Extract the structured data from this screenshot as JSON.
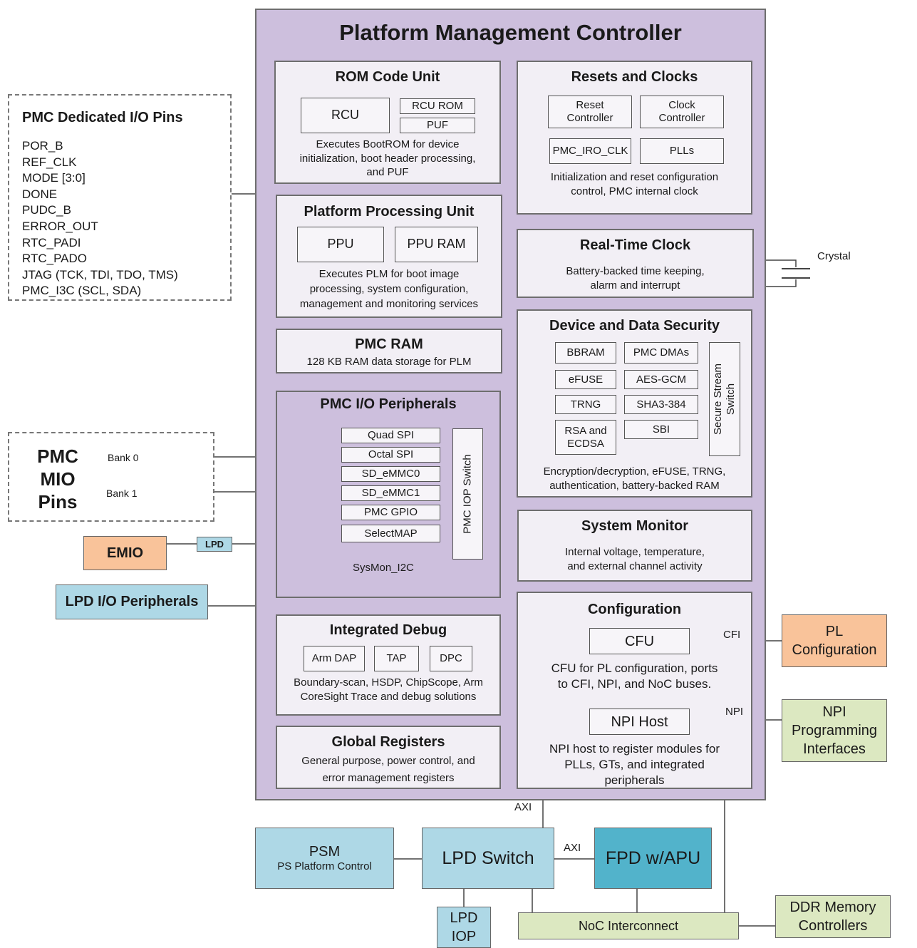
{
  "pmc_title": "Platform Management Controller",
  "rom": {
    "title": "ROM Code Unit",
    "rcu": "RCU",
    "rcu_rom": "RCU ROM",
    "puf": "PUF",
    "desc1": "Executes BootROM for device",
    "desc2": "initialization, boot header processing,",
    "desc3": "and PUF"
  },
  "resets": {
    "title": "Resets and Clocks",
    "reset1": "Reset",
    "reset2": "Controller",
    "clock1": "Clock",
    "clock2": "Controller",
    "iro": "PMC_IRO_CLK",
    "plls": "PLLs",
    "desc1": "Initialization and reset configuration",
    "desc2": "control, PMC internal clock"
  },
  "ppu": {
    "title": "Platform Processing Unit",
    "ppu": "PPU",
    "ppu_ram": "PPU RAM",
    "desc1": "Executes PLM for boot image",
    "desc2": "processing, system configuration,",
    "desc3": "management and monitoring services"
  },
  "rtc": {
    "title": "Real-Time Clock",
    "desc1": "Battery-backed time keeping,",
    "desc2": "alarm and interrupt",
    "crystal": "Crystal"
  },
  "pmc_ram": {
    "title": "PMC RAM",
    "desc": "128 KB RAM data storage for PLM"
  },
  "security": {
    "title": "Device and Data Security",
    "bbram": "BBRAM",
    "pmc_dmas": "PMC DMAs",
    "efuse": "eFUSE",
    "aes": "AES-GCM",
    "trng": "TRNG",
    "sha": "SHA3-384",
    "rsa1": "RSA and",
    "rsa2": "ECDSA",
    "sbi": "SBI",
    "switch1": "Secure Stream",
    "switch2": "Switch",
    "desc1": "Encryption/decryption, eFUSE, TRNG,",
    "desc2": "authentication, battery-backed RAM"
  },
  "iop": {
    "title": "PMC I/O Peripherals",
    "items": [
      "Quad SPI",
      "Octal SPI",
      "SD_eMMC0",
      "SD_eMMC1",
      "PMC GPIO",
      "SelectMAP"
    ],
    "switch": "PMC IOP Switch",
    "sysmon_i2c": "SysMon_I2C"
  },
  "sysmon": {
    "title": "System Monitor",
    "desc1": "Internal voltage, temperature,",
    "desc2": "and external channel activity"
  },
  "debug": {
    "title": "Integrated Debug",
    "arm_dap": "Arm DAP",
    "tap": "TAP",
    "dpc": "DPC",
    "desc1": "Boundary-scan, HSDP, ChipScope, Arm",
    "desc2": "CoreSight Trace and debug solutions"
  },
  "config": {
    "title": "Configuration",
    "cfu": "CFU",
    "cfu_desc1": "CFU for PL configuration, ports",
    "cfu_desc2": "to CFI, NPI, and NoC buses.",
    "npi_host": "NPI Host",
    "npi_desc1": "NPI host to register modules for",
    "npi_desc2": "PLLs, GTs, and integrated",
    "npi_desc3": "peripherals",
    "cfi": "CFI",
    "npi": "NPI"
  },
  "global_regs": {
    "title": "Global Registers",
    "desc1": "General purpose, power control, and",
    "desc2": "error management registers"
  },
  "dedicated": {
    "title": "PMC Dedicated I/O Pins",
    "pins": [
      "POR_B",
      "REF_CLK",
      "MODE [3:0]",
      "DONE",
      "PUDC_B",
      "ERROR_OUT",
      "RTC_PADI",
      "RTC_PADO",
      "JTAG (TCK, TDI, TDO, TMS)",
      "PMC_I3C (SCL, SDA)"
    ]
  },
  "mio": {
    "t1": "PMC",
    "t2": "MIO",
    "t3": "Pins",
    "bank0": "Bank 0",
    "bank1": "Bank 1"
  },
  "emio": "EMIO",
  "lpd_tag": "LPD",
  "lpd_io": "LPD I/O Peripherals",
  "pl_config": {
    "l1": "PL",
    "l2": "Configuration"
  },
  "npi_prog": {
    "l1": "NPI",
    "l2": "Programming",
    "l3": "Interfaces"
  },
  "psm": {
    "title": "PSM",
    "sub": "PS Platform Control"
  },
  "lpd_switch": "LPD Switch",
  "fpd": "FPD w/APU",
  "axi1": "AXI",
  "axi2": "AXI",
  "lpd_iop": {
    "l1": "LPD",
    "l2": "IOP"
  },
  "noc": "NoC Interconnect",
  "ddr": {
    "l1": "DDR Memory",
    "l2": "Controllers"
  },
  "colors": {
    "pmc_fill": "#cdbfdd",
    "section_fill": "#f2eff5",
    "orange": "#f9c39a",
    "blue": "#aed8e6",
    "dark_blue": "#52b3cb",
    "green": "#dce8c1"
  }
}
